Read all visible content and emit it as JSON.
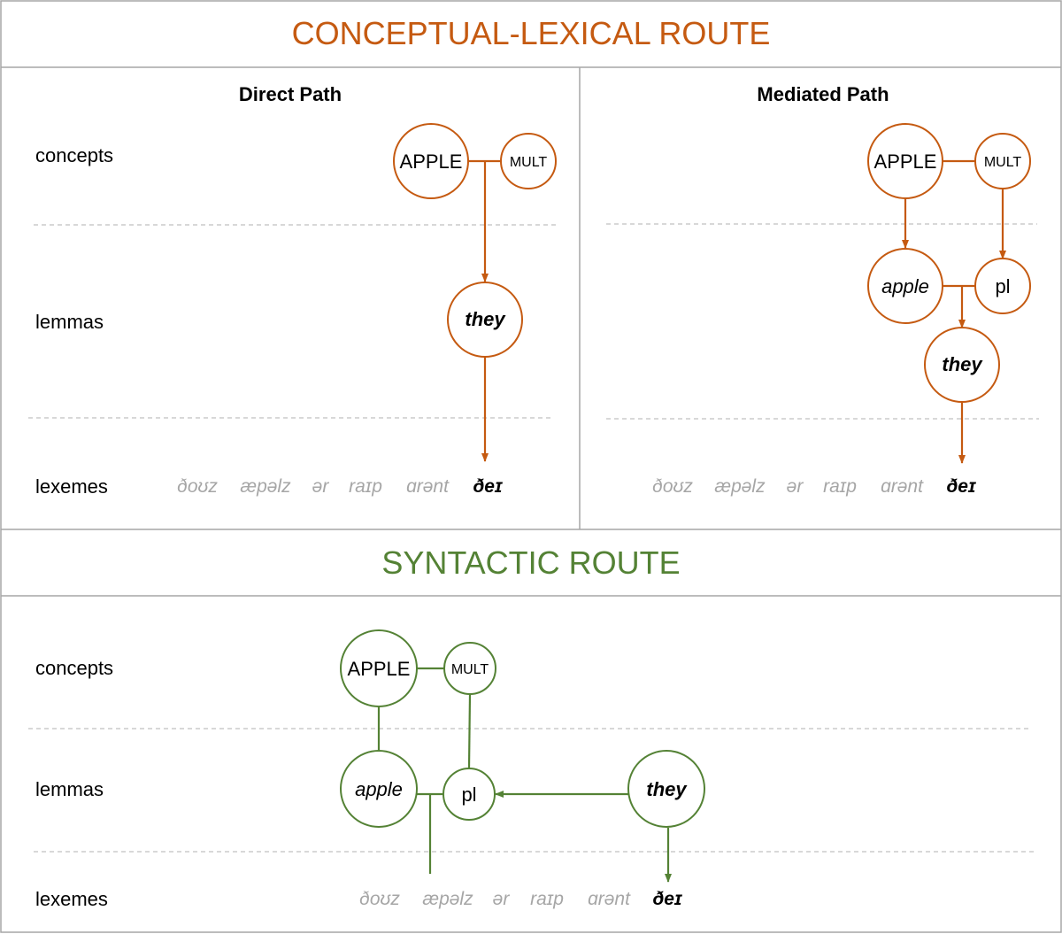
{
  "colors": {
    "conceptual": "#c55a11",
    "syntactic": "#548235",
    "lexeme_inactive": "#a6a6a6",
    "lexeme_active": "#000000"
  },
  "conceptual_route": {
    "title": "CONCEPTUAL-LEXICAL ROUTE",
    "direct_path": {
      "title": "Direct Path",
      "levels": {
        "concepts": "concepts",
        "lemmas": "lemmas",
        "lexemes": "lexemes"
      },
      "nodes": {
        "apple_concept": "APPLE",
        "mult_concept": "MULT",
        "they_lemma": "they"
      },
      "lexemes": [
        "ðoʊz",
        "æpəlz",
        "ər",
        "raɪp",
        "ɑrənt",
        "ðeɪ"
      ],
      "selected_lexeme": "ðeɪ"
    },
    "mediated_path": {
      "title": "Mediated Path",
      "nodes": {
        "apple_concept": "APPLE",
        "mult_concept": "MULT",
        "apple_lemma": "apple",
        "pl_lemma": "pl",
        "they_lemma": "they"
      },
      "lexemes": [
        "ðoʊz",
        "æpəlz",
        "ər",
        "raɪp",
        "ɑrənt",
        "ðeɪ"
      ],
      "selected_lexeme": "ðeɪ"
    }
  },
  "syntactic_route": {
    "title": "SYNTACTIC ROUTE",
    "levels": {
      "concepts": "concepts",
      "lemmas": "lemmas",
      "lexemes": "lexemes"
    },
    "nodes": {
      "apple_concept": "APPLE",
      "mult_concept": "MULT",
      "apple_lemma": "apple",
      "pl_lemma": "pl",
      "they_lemma": "they"
    },
    "lexemes": [
      "ðoʊz",
      "æpəlz",
      "ər",
      "raɪp",
      "ɑrənt",
      "ðeɪ"
    ],
    "selected_lexeme": "ðeɪ"
  }
}
